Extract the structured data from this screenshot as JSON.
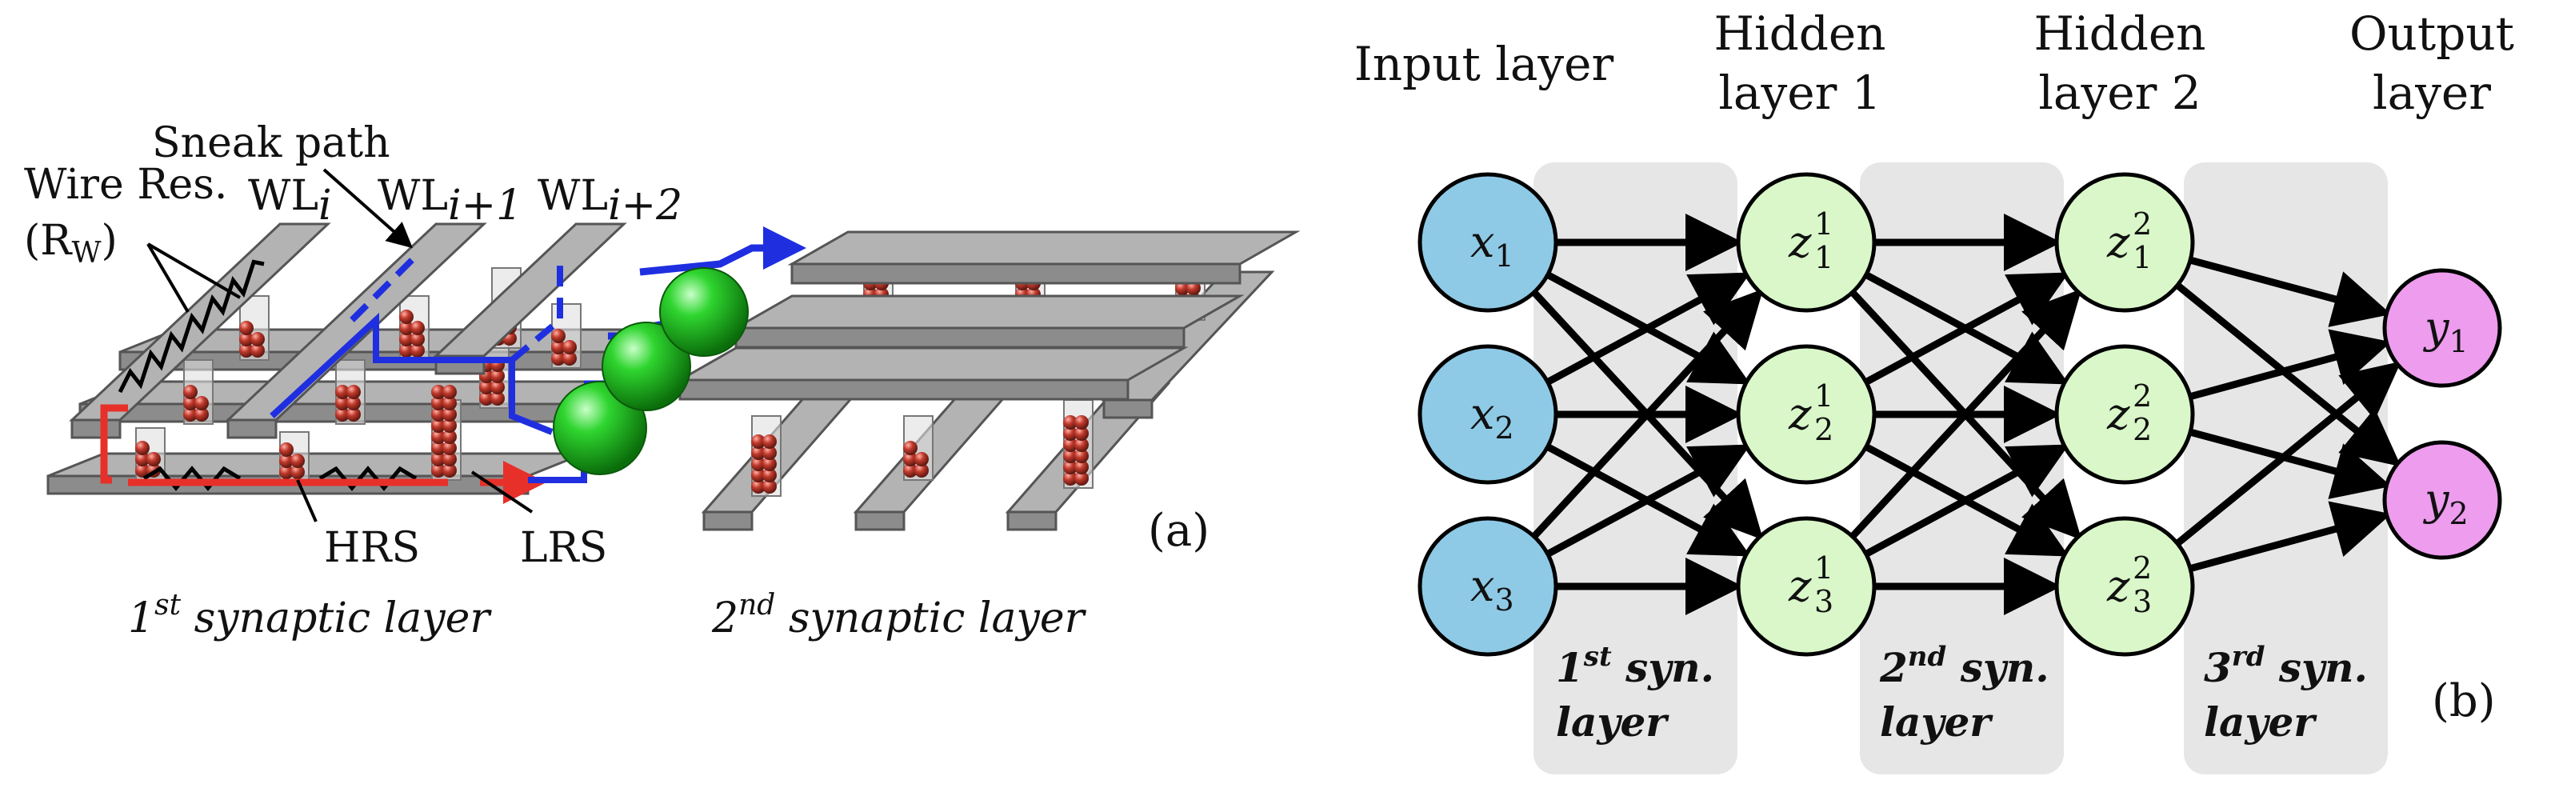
{
  "panel_a": {
    "labels": {
      "sneak_path": "Sneak path",
      "wire_res_1": "Wire Res.",
      "wire_res_2_open": "(R",
      "wire_res_2_sub": "W",
      "wire_res_2_close": ")",
      "wl_base": "WL",
      "wl_i_sub": "i",
      "wl_i1_sub": "i+1",
      "wl_i2_sub": "i+2",
      "hrs": "HRS",
      "lrs": "LRS",
      "first_layer_num": "1",
      "first_layer_sup": "st",
      "first_layer_rest": " synaptic layer",
      "second_layer_num": "2",
      "second_layer_sup": "nd",
      "second_layer_rest": " synaptic layer",
      "panel_tag": "(a)"
    },
    "colors": {
      "wire": "#8c8c8c",
      "wire_top": "#b3b3b3",
      "wire_dark": "#555555",
      "filament": "#c0392b",
      "sneak_blue": "#1f2fe0",
      "current_red": "#e8302a",
      "neuron_green": "#1fbf1f"
    }
  },
  "panel_b": {
    "titles": {
      "input": "Input layer",
      "hidden1_a": "Hidden",
      "hidden1_b": "layer 1",
      "hidden2_a": "Hidden",
      "hidden2_b": "layer 2",
      "output_a": "Output",
      "output_b": "layer"
    },
    "syn_layers": [
      {
        "num": "1",
        "sup": "st",
        "word1": "syn.",
        "word2": "layer"
      },
      {
        "num": "2",
        "sup": "nd",
        "word1": "syn.",
        "word2": "layer"
      },
      {
        "num": "3",
        "sup": "rd",
        "word1": "syn.",
        "word2": "layer"
      }
    ],
    "nodes": {
      "input": [
        {
          "var": "x",
          "sub": "1"
        },
        {
          "var": "x",
          "sub": "2"
        },
        {
          "var": "x",
          "sub": "3"
        }
      ],
      "hidden1": [
        {
          "var": "z",
          "sup": "1",
          "sub": "1"
        },
        {
          "var": "z",
          "sup": "1",
          "sub": "2"
        },
        {
          "var": "z",
          "sup": "1",
          "sub": "3"
        }
      ],
      "hidden2": [
        {
          "var": "z",
          "sup": "2",
          "sub": "1"
        },
        {
          "var": "z",
          "sup": "2",
          "sub": "2"
        },
        {
          "var": "z",
          "sup": "2",
          "sub": "3"
        }
      ],
      "output": [
        {
          "var": "y",
          "sub": "1"
        },
        {
          "var": "y",
          "sub": "2"
        }
      ]
    },
    "colors": {
      "input_fill": "#8ecae6",
      "hidden_fill": "#d9f7c8",
      "output_fill": "#ee9cee",
      "band_fill": "#e6e6e6",
      "edge": "#000000"
    },
    "panel_tag": "(b)"
  }
}
